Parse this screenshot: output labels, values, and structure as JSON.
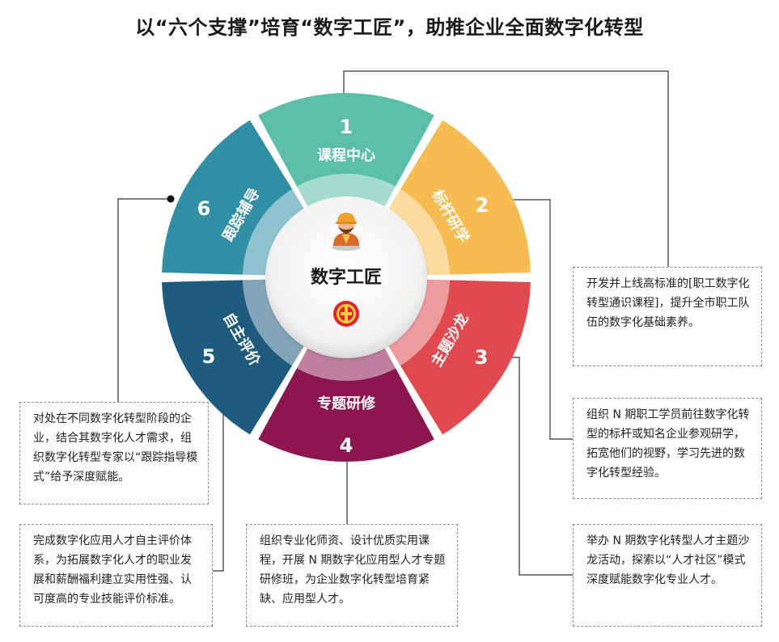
{
  "title": "以“六个支撑”培育“数字工匠”，助推企业全面数字化转型",
  "center": {
    "label": "数字工匠",
    "worker_icon": "worker-hardhat-icon",
    "emblem_icon": "union-emblem-icon"
  },
  "segments": [
    {
      "num": "1",
      "label": "课程中心",
      "color": "#5bbfa8"
    },
    {
      "num": "2",
      "label": "标杆研学",
      "color": "#f6bc51"
    },
    {
      "num": "3",
      "label": "主题沙龙",
      "color": "#e0494e"
    },
    {
      "num": "4",
      "label": "专题研修",
      "color": "#8d1650"
    },
    {
      "num": "5",
      "label": "自主评价",
      "color": "#1f5b7e"
    },
    {
      "num": "6",
      "label": "跟踪辅导",
      "color": "#318fa5"
    }
  ],
  "descriptions": {
    "d1": "开发并上线高标准的[职工数字化转型通识课程]，提升全市职工队伍的数字化基础素养。",
    "d2": "组织 N 期职工学员前往数字化转型的标杆或知名企业参观研学，拓宽他们的视野，学习先进的数字化转型经验。",
    "d3": "举办 N 期数字化转型人才主题沙龙活动，探索以“人才社区”模式深度赋能数字化专业人才。",
    "d4": "组织专业化师资、设计优质实用课程，开展 N 期数字化应用型人才专题研修班，为企业数字化转型培育紧缺、应用型人才。",
    "d5": "完成数字化应用人才自主评价体系，为拓展数字化人才的职业发展和薪酬福利建立实用性强、认可度高的专业技能评价标准。",
    "d6": "对处在不同数字化转型阶段的企业，结合其数字化人才需求，组织数字化转型专家以“跟踪指导模式”给予深度赋能。"
  }
}
